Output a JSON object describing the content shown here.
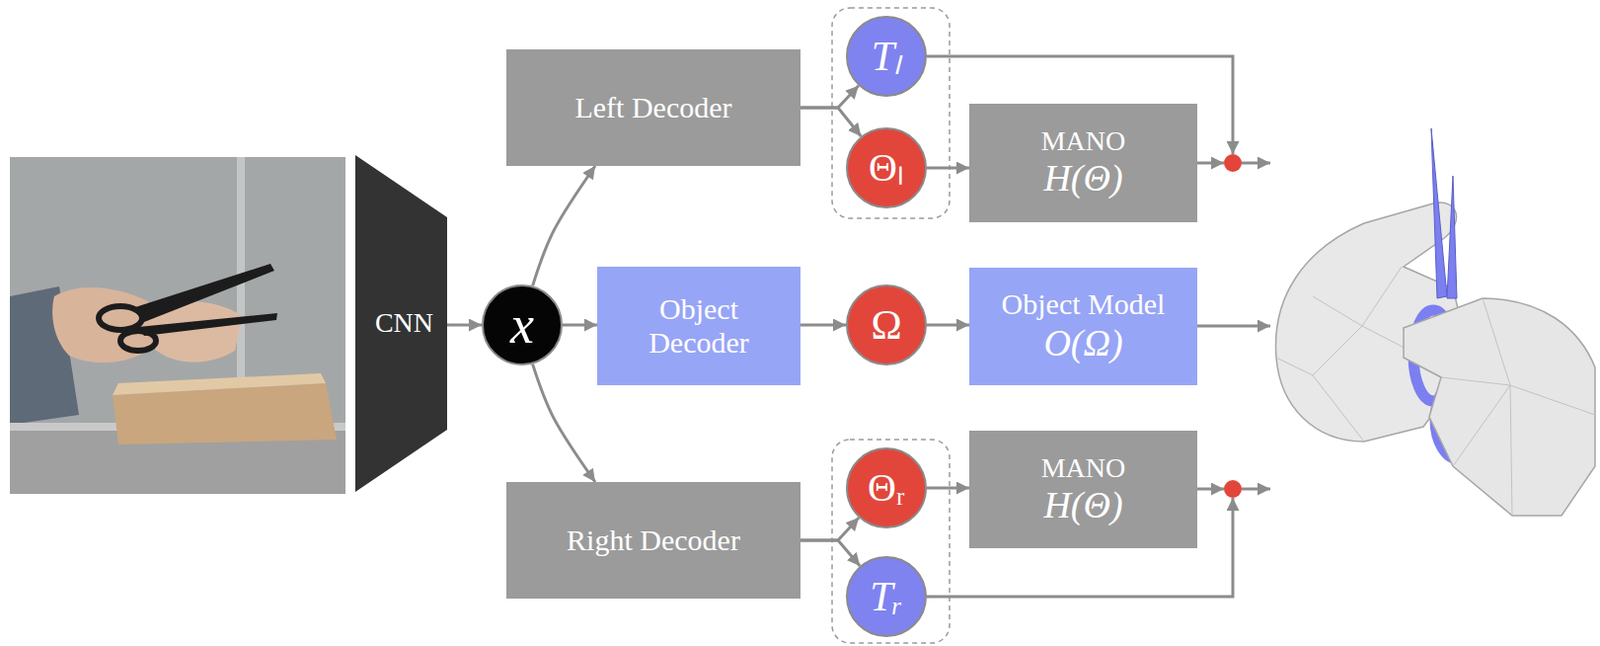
{
  "diagram": {
    "nodes": [
      {
        "text": [
          "CNN"
        ]
      },
      {
        "text": [
          "x"
        ]
      },
      {
        "text": [
          "Left Decoder"
        ]
      },
      {
        "text": [
          "Object Decoder"
        ]
      },
      {
        "text": [
          "Right Decoder"
        ]
      },
      {
        "text": [
          "Tₗ"
        ]
      },
      {
        "text": [
          "Θₗ"
        ]
      },
      {
        "text": [
          "Ω"
        ]
      },
      {
        "text": [
          "Θᵣ"
        ]
      },
      {
        "text": [
          "Tᵣ"
        ]
      },
      {
        "text": [
          "MANO",
          "H(Θ)"
        ]
      },
      {
        "text": [
          "Object Model",
          "O(Ω)"
        ]
      },
      {
        "text": [
          "MANO",
          "H(Θ)"
        ]
      }
    ],
    "edges": [
      {
        "from": 0,
        "to": 1,
        "arrow": "to"
      },
      {
        "from": 1,
        "to": 2,
        "arrow": "to"
      },
      {
        "from": 1,
        "to": 3,
        "arrow": "to"
      },
      {
        "from": 1,
        "to": 4,
        "arrow": "to"
      },
      {
        "from": 2,
        "to": 5,
        "arrow": "to"
      },
      {
        "from": 2,
        "to": 6,
        "arrow": "to"
      },
      {
        "from": 6,
        "to": 10,
        "arrow": "to"
      },
      {
        "from": 3,
        "to": 7,
        "arrow": "to"
      },
      {
        "from": 7,
        "to": 11,
        "arrow": "to"
      },
      {
        "from": 4,
        "to": 8,
        "arrow": "to"
      },
      {
        "from": 4,
        "to": 9,
        "arrow": "to"
      },
      {
        "from": 8,
        "to": 12,
        "arrow": "to"
      }
    ]
  }
}
